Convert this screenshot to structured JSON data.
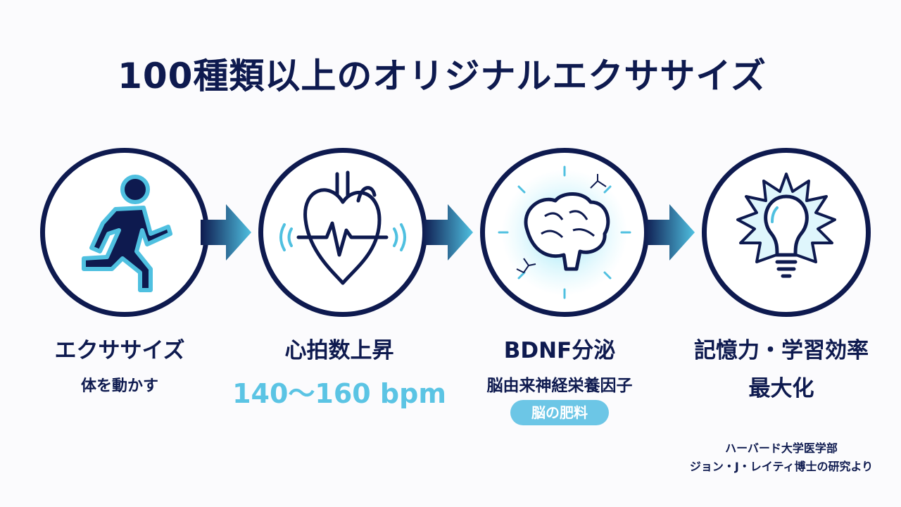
{
  "title": "100種類以上のオリジナルエクササイズ",
  "steps": [
    {
      "label": "エクササイズ",
      "sub": "体を動かす",
      "icon": "running-person-icon"
    },
    {
      "label": "心拍数上昇",
      "value": "140〜160 bpm",
      "icon": "heart-icon"
    },
    {
      "label": "BDNF分泌",
      "sub": "脳由来神経栄養因子",
      "badge": "脳の肥料",
      "icon": "brain-icon"
    },
    {
      "label": "記憶力・学習効率",
      "label2": "最大化",
      "icon": "lightbulb-icon"
    }
  ],
  "source": {
    "line1": "ハーバード大学医学部",
    "line2": "ジョン・J・レイティ博士の研究より"
  },
  "colors": {
    "navy": "#0e1a4f",
    "accent": "#5bc4e4"
  }
}
